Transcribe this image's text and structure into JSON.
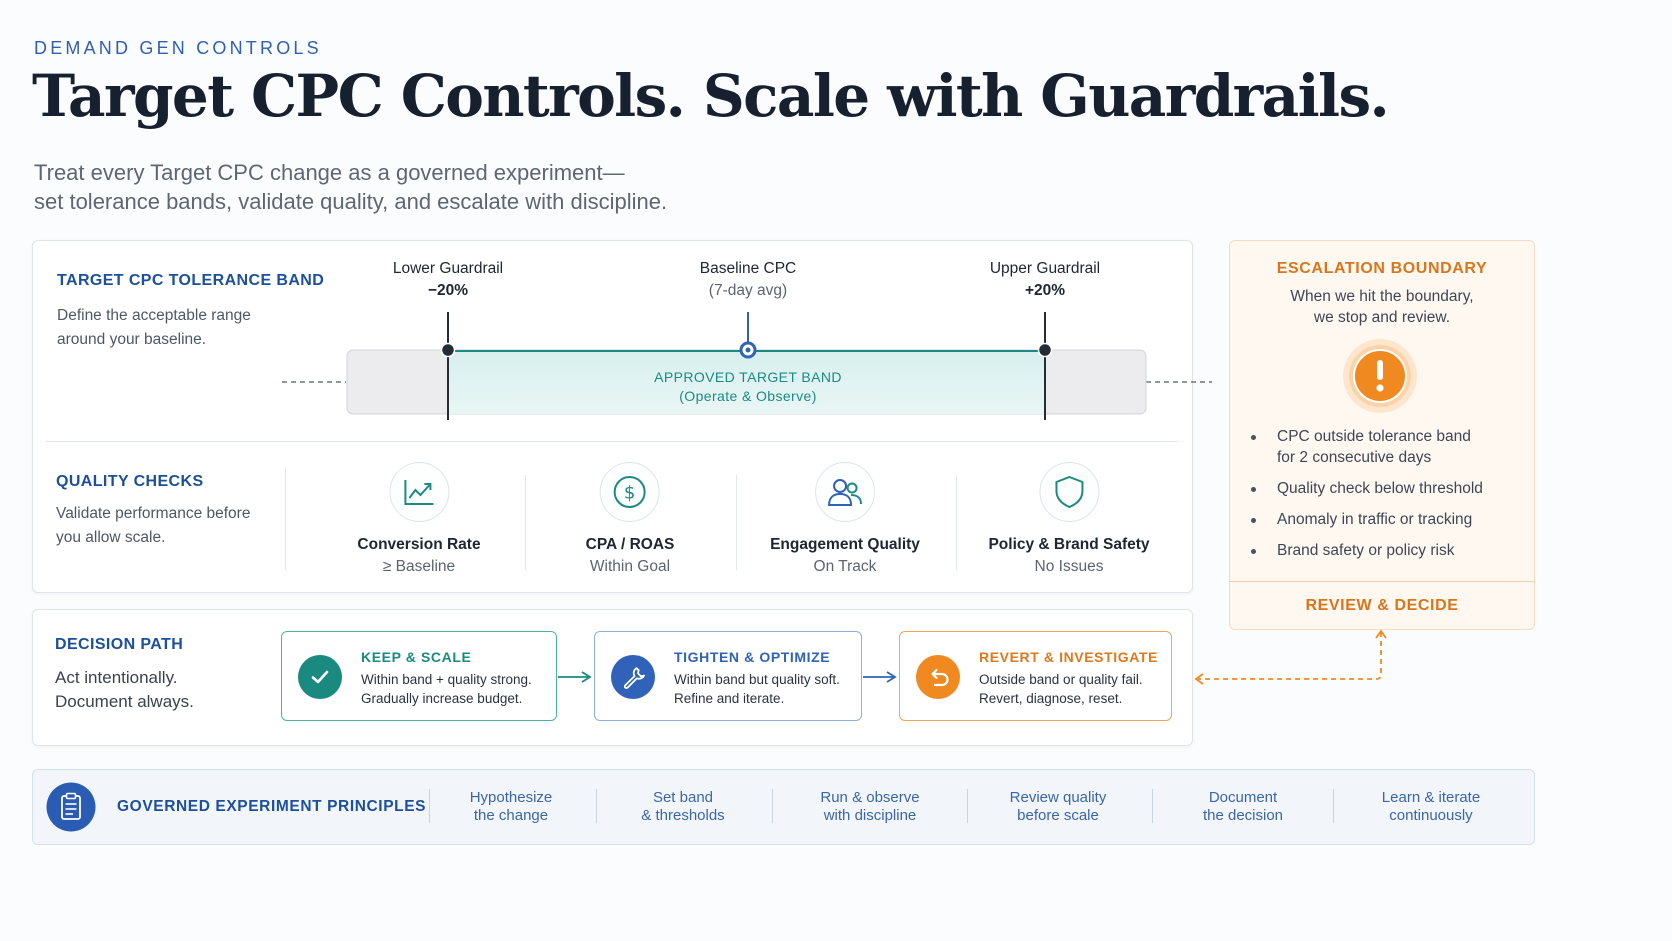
{
  "header": {
    "eyebrow": "DEMAND GEN CONTROLS",
    "title": "Target CPC Controls. Scale with Guardrails.",
    "subtitle_line1": "Treat every Target CPC change as a governed experiment—",
    "subtitle_line2": "set tolerance bands, validate quality, and escalate with discipline."
  },
  "tolerance_band": {
    "title": "TARGET CPC TOLERANCE BAND",
    "desc_line1": "Define the acceptable range",
    "desc_line2": "around your baseline.",
    "lower": {
      "label": "Lower Guardrail",
      "value": "−20%"
    },
    "baseline": {
      "label": "Baseline CPC",
      "value": "(7-day avg)"
    },
    "upper": {
      "label": "Upper Guardrail",
      "value": "+20%"
    },
    "band_title": "APPROVED TARGET BAND",
    "band_sub": "(Operate & Observe)"
  },
  "quality_checks": {
    "title": "QUALITY CHECKS",
    "desc_line1": "Validate performance before",
    "desc_line2": "you allow scale.",
    "items": [
      {
        "icon": "trend-chart-icon",
        "title": "Conversion Rate",
        "sub": "≥ Baseline"
      },
      {
        "icon": "dollar-icon",
        "title": "CPA / ROAS",
        "sub": "Within Goal"
      },
      {
        "icon": "people-icon",
        "title": "Engagement Quality",
        "sub": "On Track"
      },
      {
        "icon": "shield-icon",
        "title": "Policy & Brand Safety",
        "sub": "No Issues"
      }
    ]
  },
  "escalation": {
    "title": "ESCALATION BOUNDARY",
    "desc_line1": "When we hit the boundary,",
    "desc_line2": "we stop and review.",
    "bullets": [
      {
        "line1": "CPC outside tolerance band",
        "line2": "for 2 consecutive days"
      },
      {
        "line1": "Quality check below threshold"
      },
      {
        "line1": "Anomaly in traffic or tracking"
      },
      {
        "line1": "Brand safety or policy risk"
      }
    ],
    "footer": "REVIEW & DECIDE"
  },
  "decision_path": {
    "title": "DECISION PATH",
    "desc_line1": "Act intentionally.",
    "desc_line2": "Document always.",
    "steps": [
      {
        "title": "KEEP & SCALE",
        "line1": "Within band + quality strong.",
        "line2": "Gradually increase budget.",
        "color": "#1a8a80"
      },
      {
        "title": "TIGHTEN & OPTIMIZE",
        "line1": "Within band but quality soft.",
        "line2": "Refine and iterate.",
        "color": "#2f62b8"
      },
      {
        "title": "REVERT & INVESTIGATE",
        "line1": "Outside band or quality fail.",
        "line2": "Revert, diagnose, reset.",
        "color": "#e0781c"
      }
    ]
  },
  "principles": {
    "title": "GOVERNED EXPERIMENT PRINCIPLES",
    "items": [
      {
        "line1": "Hypothesize",
        "line2": "the change"
      },
      {
        "line1": "Set band",
        "line2": "& thresholds"
      },
      {
        "line1": "Run & observe",
        "line2": "with discipline"
      },
      {
        "line1": "Review quality",
        "line2": "before scale"
      },
      {
        "line1": "Document",
        "line2": "the decision"
      },
      {
        "line1": "Learn & iterate",
        "line2": "continuously"
      }
    ]
  },
  "colors": {
    "navy": "#1c4f9c",
    "teal": "#1b8a83",
    "blue": "#2f62b8",
    "orange": "#e0781c"
  }
}
